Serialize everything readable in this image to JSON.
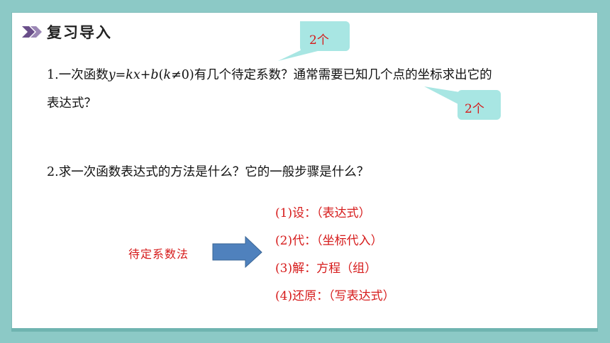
{
  "slide": {
    "title": "复习导入",
    "q1": {
      "prefix": "1.一次函数",
      "formula_y": "y",
      "formula_eq": "=",
      "formula_kx": "kx",
      "formula_plus": "+",
      "formula_b": "b",
      "formula_lparen": "(",
      "formula_k": "k",
      "formula_neq": "≠0)",
      "text_a": "有几个待定系数？通常需要已知几个点的坐标求出它的",
      "text_b": "表达式？"
    },
    "callout1": "2个",
    "callout2": "2个",
    "q2": "2.求一次函数表达式的方法是什么？它的一般步骤是什么？",
    "method": "待定系数法",
    "steps": [
      "(1)设：（表达式）",
      "(2)代：（坐标代入）",
      "(3)解：方程（组）",
      "(4)还原：（写表达式）"
    ],
    "colors": {
      "background": "#8cc9c6",
      "callout_fill": "#a8e6e3",
      "arrow_fill": "#4f81bd",
      "arrow_stroke": "#3a6595",
      "accent_red": "#d61a1a",
      "chevron": "#6a4f8a"
    },
    "icons": [
      "chevron-double-icon",
      "right-arrow-icon"
    ]
  }
}
